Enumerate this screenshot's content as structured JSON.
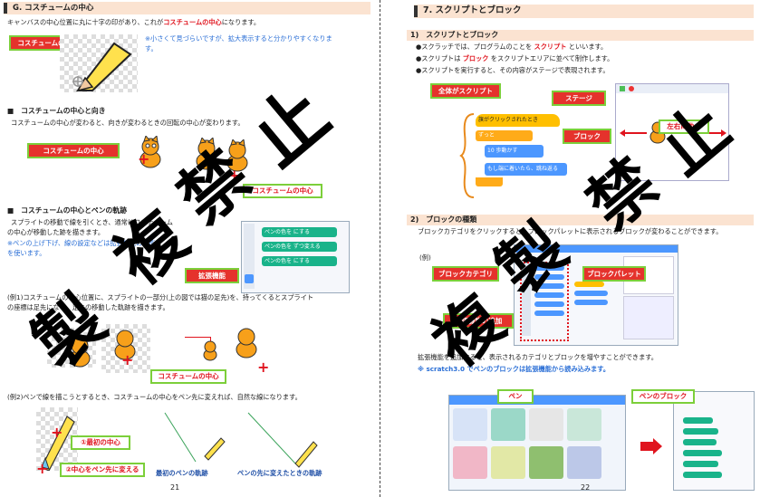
{
  "left_page": {
    "section_g": "G. コスチュームの中心",
    "intro_pre": "キャンバスの中心位置に丸に十字の印があり、これが",
    "intro_hl": "コスチュームの中心",
    "intro_post": "になります。",
    "note_line1": "※小さくて見づらいですが、拡大表示すると分かりやすくなりま",
    "note_line2": "す。",
    "callout_center1": "コスチュームの中心",
    "subhead_rotation": "■　コスチュームの中心と向き",
    "rotation_text": "コスチュームの中心が変わると、向きが変わるときの回転の中心が変わります。",
    "callout_center2": "コスチュームの中心",
    "callout_center3": "コスチュームの中心",
    "subhead_pen": "■　コスチュームの中心とペンの軌跡",
    "pen_text1": "スプライトの移動で線を引くとき、通常はコスチューム",
    "pen_text2": "の中心が移動した跡を描きます。",
    "pen_note1": "※ペンの上げ下げ、線の設定などは拡張機能の機能",
    "pen_note2": "を使います。",
    "callout_ext": "拡張機能",
    "pen_blocks": [
      "ペンの色を  にする",
      "ペンの色を  ずつ変える",
      "ペンの色を  にする"
    ],
    "example1": "(例1)コスチュームの中心位置に、スプライトの一部分(上の図では猫の足先)を、持ってくるとスプライト",
    "example1b": "の座標は足先になり、足先の移動した軌跡を描きます。",
    "callout_center4": "コスチュームの中心",
    "example2": "(例2)ペンで線を描こうとするとき、コスチュームの中心をペン先に変えれば、自然な線になります。",
    "callout_first_center": "①最初の中心",
    "callout_change_center": "②中心をペン先に変える",
    "caption_first_track": "最初のペンの軌跡",
    "caption_changed_track": "ペンの先に変えたときの軌跡",
    "page_number": "21"
  },
  "right_page": {
    "section7": "7. スクリプトとブロック",
    "sub1": "1)　スクリプトとブロック",
    "b1_pre": "●スクラッチでは、プログラムのことを",
    "b1_hl": "スクリプト",
    "b1_post": "といいます。",
    "b2_pre": "●スクリプトは",
    "b2_hl": "ブロック",
    "b2_post": "をスクリプトエリアに並べて制作します。",
    "b3": "●スクリプトを実行すると、その内容がステージで表現されます。",
    "callout_whole_script": "全体がスクリプト",
    "callout_stage": "ステージ",
    "callout_block": "ブロック",
    "callout_move": "左右に動く",
    "script_blocks": [
      "旗がクリックされたとき",
      "ずっと",
      "10 歩動かす",
      "もし端に着いたら、跳ね返る"
    ],
    "sub2": "2)　ブロックの種類",
    "kinds_text": "ブロックカテゴリをクリックすると、ブロックパレットに表示されるブロックが変わることができます。",
    "example_label": "(例)",
    "callout_category": "ブロックカテゴリ",
    "callout_palette": "ブロックパレット",
    "callout_add_ext": "拡張機能の追加",
    "ext_text": "拡張機能を追加すると、表示されるカテゴリとブロックを増やすことができます。",
    "ext_note": "※ scratch3.0 でペンのブロックは拡張機能から読み込みます。",
    "callout_pen": "ペン",
    "callout_pen_blocks": "ペンのブロック",
    "page_number": "22"
  },
  "watermark": {
    "left_lines": [
      "複",
      "製",
      "禁",
      "止"
    ],
    "right_lines": [
      "複",
      "製",
      "禁",
      "止"
    ]
  },
  "colors": {
    "callout_red": "#e5322c",
    "callout_border": "#7ccf3a",
    "header_band": "#fbe3d1",
    "note_blue": "#2b6fd6",
    "scratch_orange": "#f5a623"
  }
}
